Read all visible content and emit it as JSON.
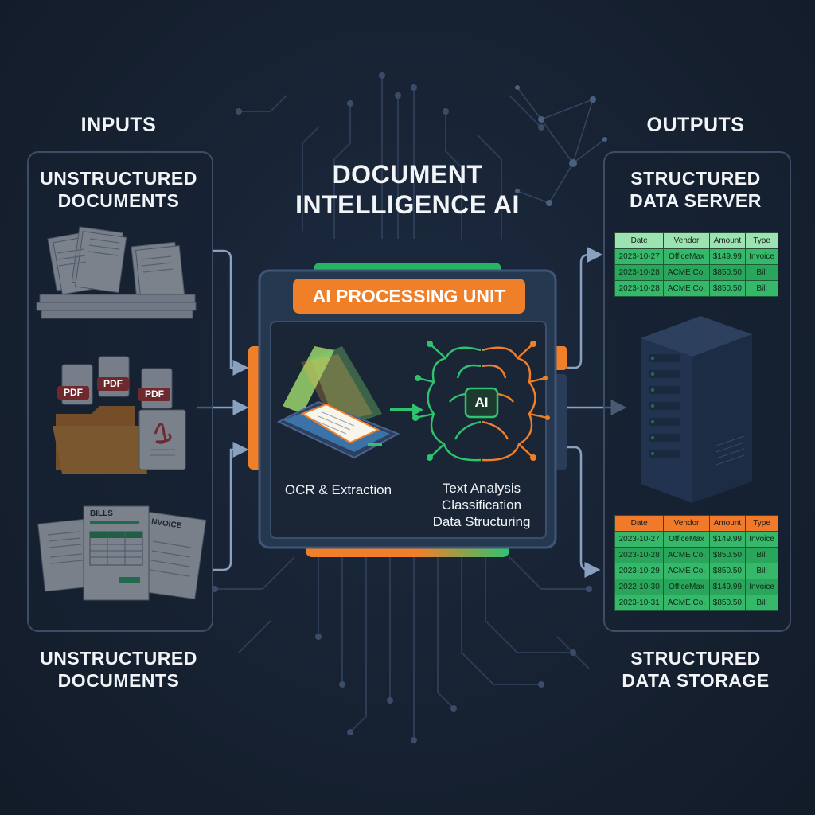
{
  "colors": {
    "background": "#172233",
    "accent_orange": "#f07f2a",
    "accent_green": "#2fc36f",
    "text": "#f2f4f7",
    "panel_border": "#3d4d66"
  },
  "headings": {
    "inputs": "INPUTS",
    "outputs": "OUTPUTS",
    "title_line1": "DOCUMENT",
    "title_line2": "INTELLIGENCE AI"
  },
  "inputs_panel": {
    "top_label_line1": "UNSTRUCTURED",
    "top_label_line2": "DOCUMENTS",
    "bottom_label_line1": "UNSTRUCTURED",
    "bottom_label_line2": "DOCUMENTS",
    "pdf_badges": [
      "PDF",
      "PDF",
      "PDF"
    ],
    "bills_label": "BILLS",
    "invoice_label": "NVOICE"
  },
  "processing": {
    "title": "AI PROCESSING UNIT",
    "ocr_label": "OCR & Extraction",
    "analysis_line1": "Text Analysis",
    "analysis_line2": "Classification",
    "analysis_line3": "Data Structuring",
    "ai_chip": "AI"
  },
  "outputs_panel": {
    "top_label_line1": "STRUCTURED",
    "top_label_line2": "DATA SERVER",
    "bottom_label_line1": "STRUCTURED",
    "bottom_label_line2": "DATA STORAGE"
  },
  "server_table": {
    "headers": [
      "Date",
      "Vendor",
      "Amount",
      "Type"
    ],
    "rows": [
      [
        "2023-10-27",
        "OfficeMax",
        "$149.99",
        "Invoice"
      ],
      [
        "2023-10-28",
        "ACME Co.",
        "$850.50",
        "Bill"
      ],
      [
        "2023-10-28",
        "ACME Co.",
        "$850.50",
        "Bill"
      ]
    ]
  },
  "storage_table": {
    "headers": [
      "Date",
      "Vendor",
      "Amount",
      "Type"
    ],
    "rows": [
      [
        "2023-10-27",
        "OfficeMax",
        "$149.99",
        "Invoice"
      ],
      [
        "2023-10-28",
        "ACME Co.",
        "$850.50",
        "Bill"
      ],
      [
        "2023-10-29",
        "ACME Co.",
        "$850.50",
        "Bill"
      ],
      [
        "2022-10-30",
        "OfficeMax",
        "$149.99",
        "Invoice"
      ],
      [
        "2023-10-31",
        "ACME Co.",
        "$850.50",
        "Bill"
      ]
    ]
  }
}
